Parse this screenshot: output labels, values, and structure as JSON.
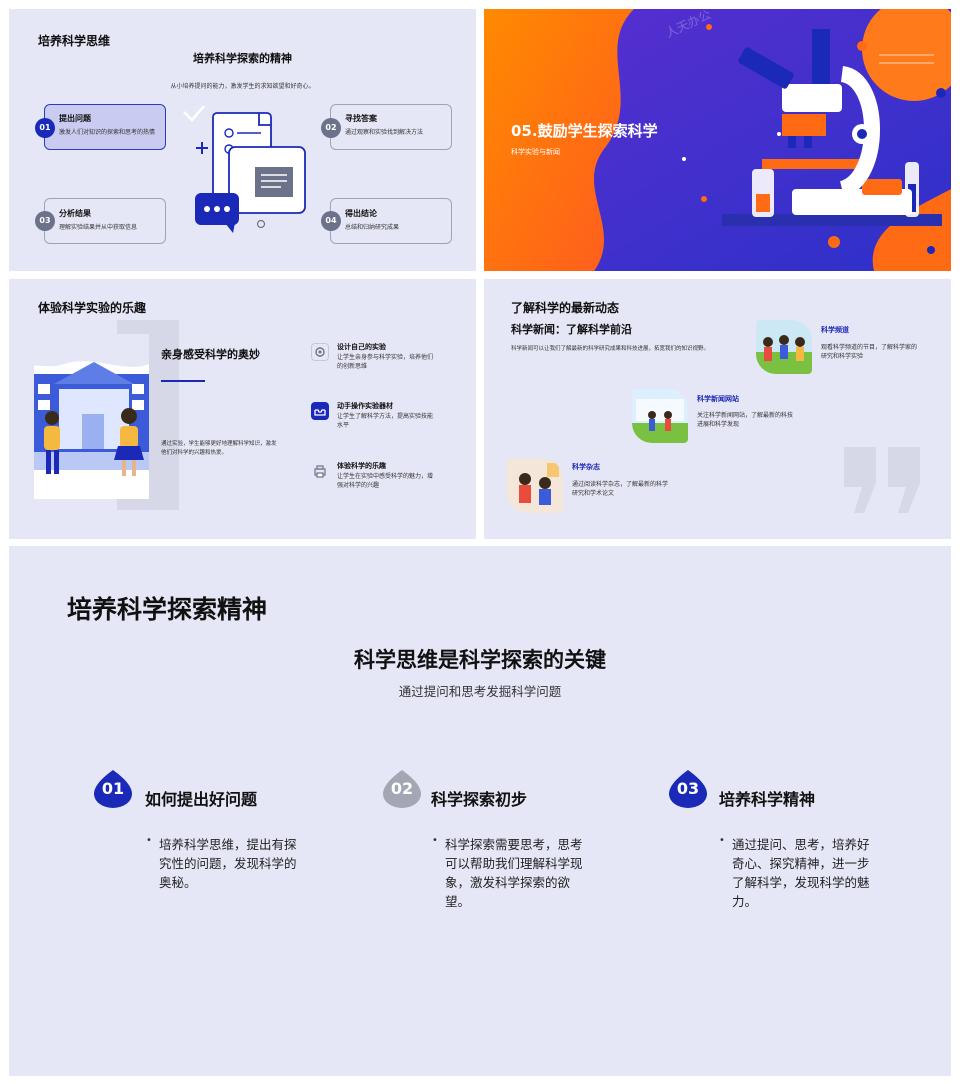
{
  "slide1": {
    "title": "培养科学思维",
    "subtitle": "培养科学探索的精神",
    "desc": "从小培养提问的能力，激发学生的求知欲望和好奇心。",
    "steps": [
      {
        "num": "01",
        "title": "提出问题",
        "desc": "激发人们对知识的探索和思考的热情"
      },
      {
        "num": "02",
        "title": "寻找答案",
        "desc": "通过观察和实验找到解决方法"
      },
      {
        "num": "03",
        "title": "分析结果",
        "desc": "理解实验结果并从中获取信息"
      },
      {
        "num": "04",
        "title": "得出结论",
        "desc": "总结和归纳研究成果"
      }
    ]
  },
  "slide2": {
    "watermark": "人天办公",
    "title": "05.鼓励学生探索科学",
    "subtitle": "科学实验与新闻"
  },
  "slide3": {
    "title": "体验科学实验的乐趣",
    "card_title": "亲身感受科学的奥妙",
    "card_desc": "通过实验，学生能够更好地理解科学知识，激发他们对科学的兴趣和热爱。",
    "items": [
      {
        "title": "设计自己的实验",
        "desc": "让学生亲身参与科学实验，培养他们的创新思维"
      },
      {
        "title": "动手操作实验器材",
        "desc": "让学生了解科学方法，提高实验技能水平"
      },
      {
        "title": "体验科学的乐趣",
        "desc": "让学生在实验中感受科学的魅力，增强对科学的兴趣"
      }
    ]
  },
  "slide4": {
    "title": "了解科学的最新动态",
    "subtitle": "科学新闻：了解科学前沿",
    "desc": "科学新闻可以让我们了解最新的科学研究成果和科技进展，拓宽我们的知识视野。",
    "items": [
      {
        "title": "科学频道",
        "desc": "观看科学频道的节目，了解科学家的研究和科学实验"
      },
      {
        "title": "科学新闻网站",
        "desc": "关注科学新闻网站，了解最新的科技进展和科学发现"
      },
      {
        "title": "科学杂志",
        "desc": "通过阅读科学杂志，了解最新的科学研究和学术论文"
      }
    ]
  },
  "slide5": {
    "title": "培养科学探索精神",
    "headline": "科学思维是科学探索的关键",
    "subhead": "通过提问和思考发掘科学问题",
    "columns": [
      {
        "num": "01",
        "title": "如何提出好问题",
        "text": "培养科学思维，提出有探究性的问题，发现科学的奥秘。",
        "color": "#1a29b8"
      },
      {
        "num": "02",
        "title": "科学探索初步",
        "text": "科学探索需要思考，思考可以帮助我们理解科学现象，激发科学探索的欲望。",
        "color": "#a3a6b3"
      },
      {
        "num": "03",
        "title": "培养科学精神",
        "text": "通过提问、思考，培养好奇心、探究精神，进一步了解科学，发现科学的魅力。",
        "color": "#1a29b8"
      }
    ]
  }
}
